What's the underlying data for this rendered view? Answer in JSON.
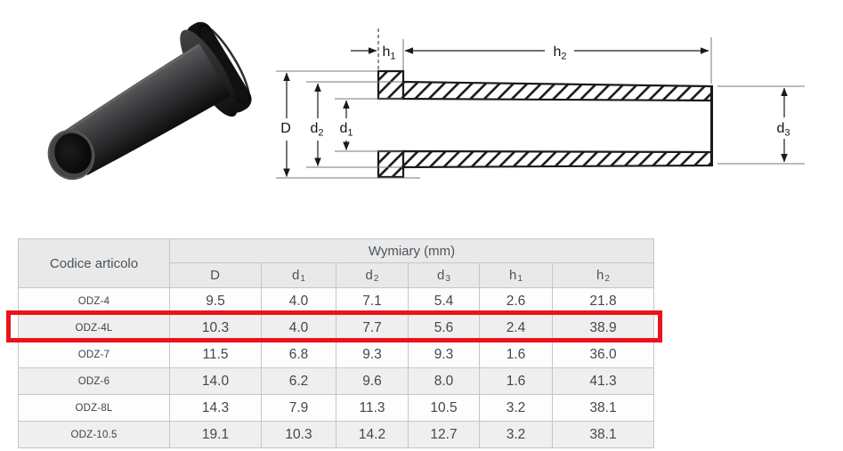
{
  "photo": {
    "alt": "black-rubber-strain-relief-bushing"
  },
  "diagram": {
    "labels": {
      "h1": {
        "b": "h",
        "s": "1"
      },
      "h2": {
        "b": "h",
        "s": "2"
      },
      "D": {
        "b": "D",
        "s": ""
      },
      "d1": {
        "b": "d",
        "s": "1"
      },
      "d2": {
        "b": "d",
        "s": "2"
      },
      "d3": {
        "b": "d",
        "s": "3"
      }
    }
  },
  "table": {
    "col1_header": "Codice articolo",
    "group_header": "Wymiary (mm)",
    "columns": [
      {
        "b": "D",
        "s": ""
      },
      {
        "b": "d",
        "s": "1"
      },
      {
        "b": "d",
        "s": "2"
      },
      {
        "b": "d",
        "s": "3"
      },
      {
        "b": "h",
        "s": "1"
      },
      {
        "b": "h",
        "s": "2"
      }
    ],
    "rows": [
      {
        "code": "ODZ-4",
        "values": [
          "9.5",
          "4.0",
          "7.1",
          "5.4",
          "2.6",
          "21.8"
        ],
        "highlighted": false
      },
      {
        "code": "ODZ-4L",
        "values": [
          "10.3",
          "4.0",
          "7.7",
          "5.6",
          "2.4",
          "38.9"
        ],
        "highlighted": true
      },
      {
        "code": "ODZ-7",
        "values": [
          "11.5",
          "6.8",
          "9.3",
          "9.3",
          "1.6",
          "36.0"
        ],
        "highlighted": false
      },
      {
        "code": "ODZ-6",
        "values": [
          "14.0",
          "6.2",
          "9.6",
          "8.0",
          "1.6",
          "41.3"
        ],
        "highlighted": false
      },
      {
        "code": "ODZ-8L",
        "values": [
          "14.3",
          "7.9",
          "11.3",
          "10.5",
          "3.2",
          "38.1"
        ],
        "highlighted": false
      },
      {
        "code": "ODZ-10.5",
        "values": [
          "19.1",
          "10.3",
          "14.2",
          "12.7",
          "3.2",
          "38.1"
        ],
        "highlighted": false
      }
    ],
    "highlight_color": "#e8141b"
  }
}
